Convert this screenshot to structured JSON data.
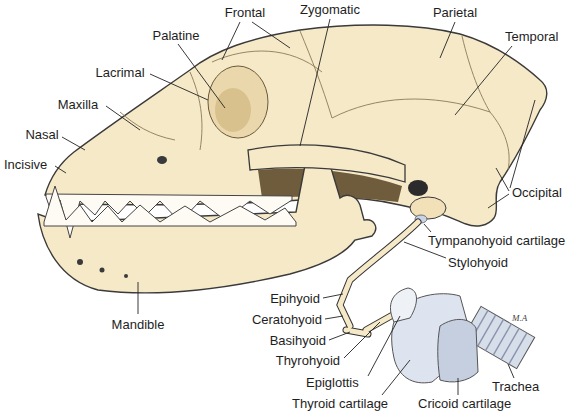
{
  "diagram": {
    "labels": [
      "Frontal",
      "Zygomatic",
      "Parietal",
      "Palatine",
      "Temporal",
      "Lacrimal",
      "Maxilla",
      "Nasal",
      "Incisive",
      "Occipital",
      "Stylohyoid",
      "Tympanohyoid cartilage",
      "Mandible",
      "Epihyoid",
      "Ceratohyoid",
      "Basihyoid",
      "Thyrohyoid",
      "Epiglottis",
      "Thyroid cartilage",
      "Cricoid cartilage",
      "Trachea",
      "M.A"
    ]
  }
}
